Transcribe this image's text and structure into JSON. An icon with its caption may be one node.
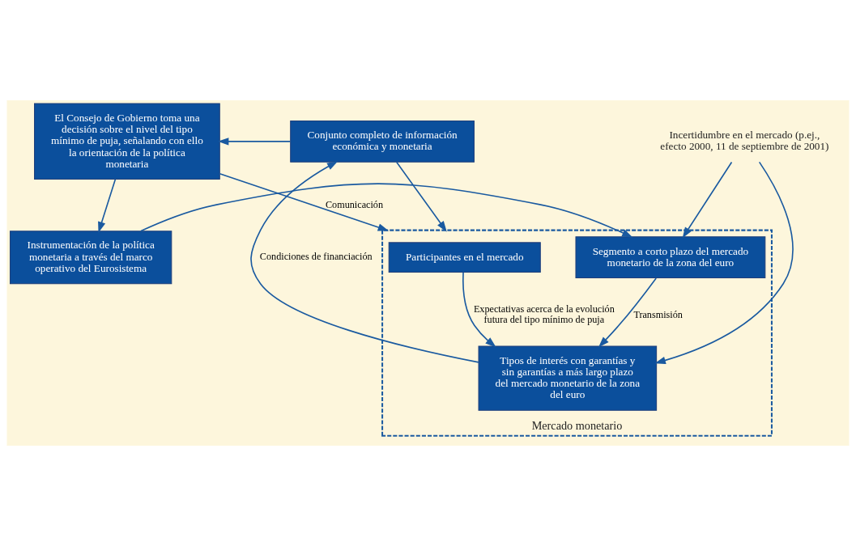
{
  "diagram": {
    "nodes": [
      {
        "text": [
          "El Consejo de Gobierno toma una decisión sobre el nivel del tipo mínimo de puja, señalando con ello la orientación de la política monetaria"
        ]
      },
      {
        "text": [
          "Conjunto completo de información económica y monetaria"
        ]
      },
      {
        "text": [
          "Mercado monetario"
        ]
      },
      {
        "text": [
          "Participantes en el mercado"
        ],
        "in": 2
      },
      {
        "text": [
          "Segmento a corto plazo del mercado monetario de la zona del euro"
        ],
        "in": 2
      },
      {
        "text": [
          "Tipos de interés con garantías y sin garantías a más largo plazo del mercado monetario de la zona del euro"
        ],
        "in": 2
      },
      {
        "text": [
          "Instrumentación de la política monetaria a través del marco operativo del Eurosistema"
        ]
      },
      {
        "text": [
          "Incertidumbre en el mercado (p.ej., efecto 2000, 11 de septiembre de 2001)"
        ]
      }
    ],
    "edges": [
      {
        "from": 1,
        "to": 0,
        "arrow": "to"
      },
      {
        "from": 0,
        "to": 6,
        "arrow": "to"
      },
      {
        "from": 0,
        "to": 2,
        "arrow": "to",
        "label": "Comunicación"
      },
      {
        "from": 1,
        "to": 2,
        "arrow": "to"
      },
      {
        "from": 3,
        "to": 5,
        "arrow": "to",
        "label": "Expectativas acerca de la evolución futura del tipo mínimo de puja"
      },
      {
        "from": 6,
        "to": 4,
        "arrow": "to"
      },
      {
        "from": 4,
        "to": 5,
        "arrow": "to",
        "label": "Transmisión"
      },
      {
        "from": 5,
        "to": 1,
        "arrow": "to",
        "label": "Condiciones de financiación"
      },
      {
        "from": 7,
        "to": 4,
        "arrow": "to"
      },
      {
        "from": 7,
        "to": 5,
        "arrow": "to"
      }
    ]
  }
}
